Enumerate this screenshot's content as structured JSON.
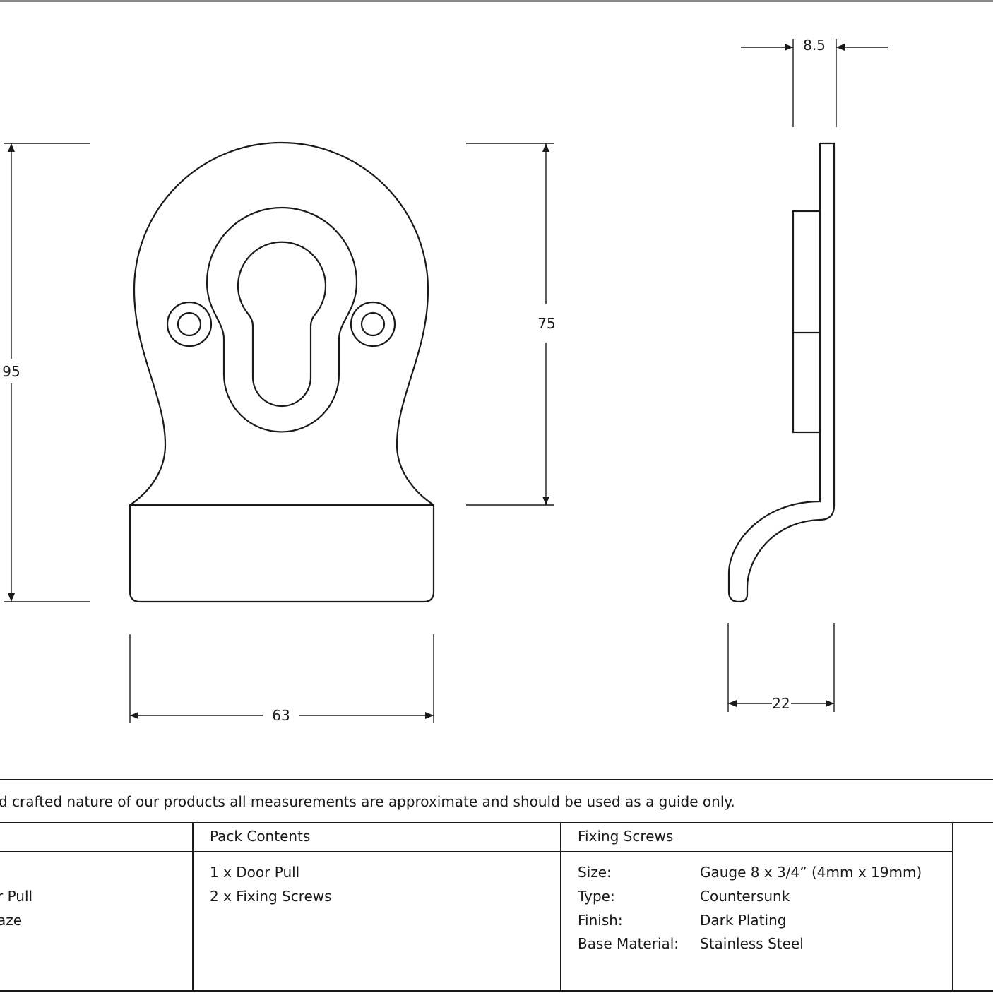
{
  "dimensions": {
    "height_total": "95",
    "height_upper": "75",
    "width": "63",
    "depth": "8.5",
    "projection": "22"
  },
  "notice": "d crafted nature of our products all measurements are approximate and should be used as a guide only.",
  "table": {
    "col1": {
      "header": "",
      "lines": [
        "",
        "r Pull",
        "aze"
      ]
    },
    "pack_contents": {
      "header": "Pack Contents",
      "items": [
        "1 x Door Pull",
        "2 x Fixing Screws"
      ]
    },
    "fixing_screws": {
      "header": "Fixing Screws",
      "rows": [
        {
          "label": "Size:",
          "value": "Gauge 8 x 3/4” (4mm x 19mm)"
        },
        {
          "label": "Type:",
          "value": "Countersunk"
        },
        {
          "label": "Finish:",
          "value": "Dark Plating"
        },
        {
          "label": "Base Material:",
          "value": "Stainless Steel"
        }
      ]
    }
  }
}
